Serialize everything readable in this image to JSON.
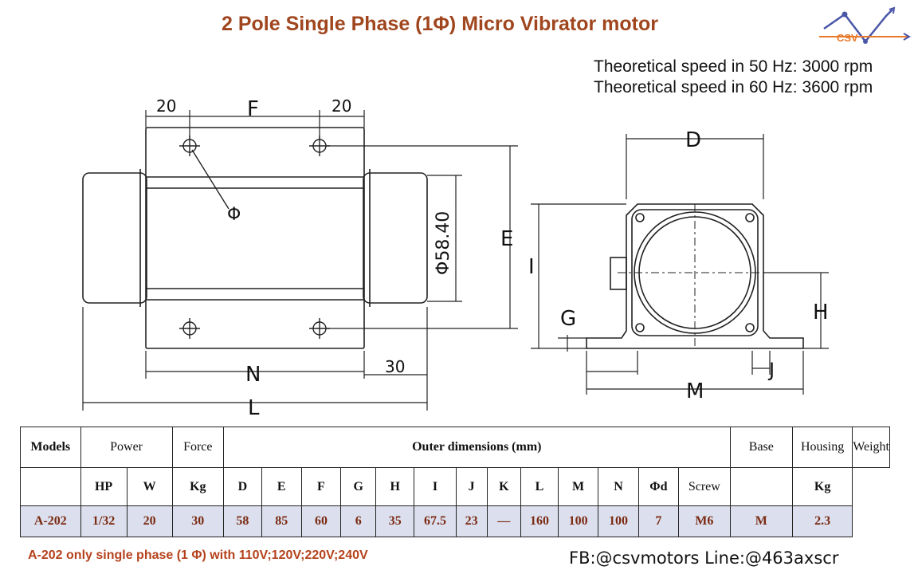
{
  "title": "2 Pole Single Phase (1Φ) Micro Vibrator motor",
  "logo_text": "CSV",
  "speed_lines": [
    "Theoretical speed in 50 Hz: 3000 rpm",
    "Theoretical speed in 60 Hz: 3600 rpm"
  ],
  "drawing_labels": {
    "dim_20_left": "20",
    "dim_F": "F",
    "dim_20_right": "20",
    "phi": "Φ",
    "phi58": "Φ58.40",
    "dim_E": "E",
    "dim_N": "N",
    "dim_30": "30",
    "dim_L": "L",
    "dim_D": "D",
    "dim_I": "I",
    "dim_G": "G",
    "dim_H": "H",
    "dim_J": "J",
    "dim_M": "M"
  },
  "table": {
    "row1": {
      "models": "Models",
      "power": "Power",
      "force": "Force",
      "outer": "Outer dimensions (mm)",
      "base": "Base",
      "housing": "Housing",
      "weight": "Weight"
    },
    "row2": [
      "HP",
      "W",
      "Kg",
      "D",
      "E",
      "F",
      "G",
      "H",
      "I",
      "J",
      "K",
      "L",
      "M",
      "N",
      "Φd",
      "Screw",
      "",
      "Kg"
    ],
    "row3": [
      "A-202",
      "1/32",
      "20",
      "30",
      "58",
      "85",
      "60",
      "6",
      "35",
      "67.5",
      "23",
      "—",
      "160",
      "100",
      "100",
      "7",
      "M6",
      "M",
      "2.3"
    ]
  },
  "note": "A-202 only single phase (1 Φ) with 110V;120V;220V;240V",
  "contact": "FB:@csvmotors  Line:@463axscr"
}
